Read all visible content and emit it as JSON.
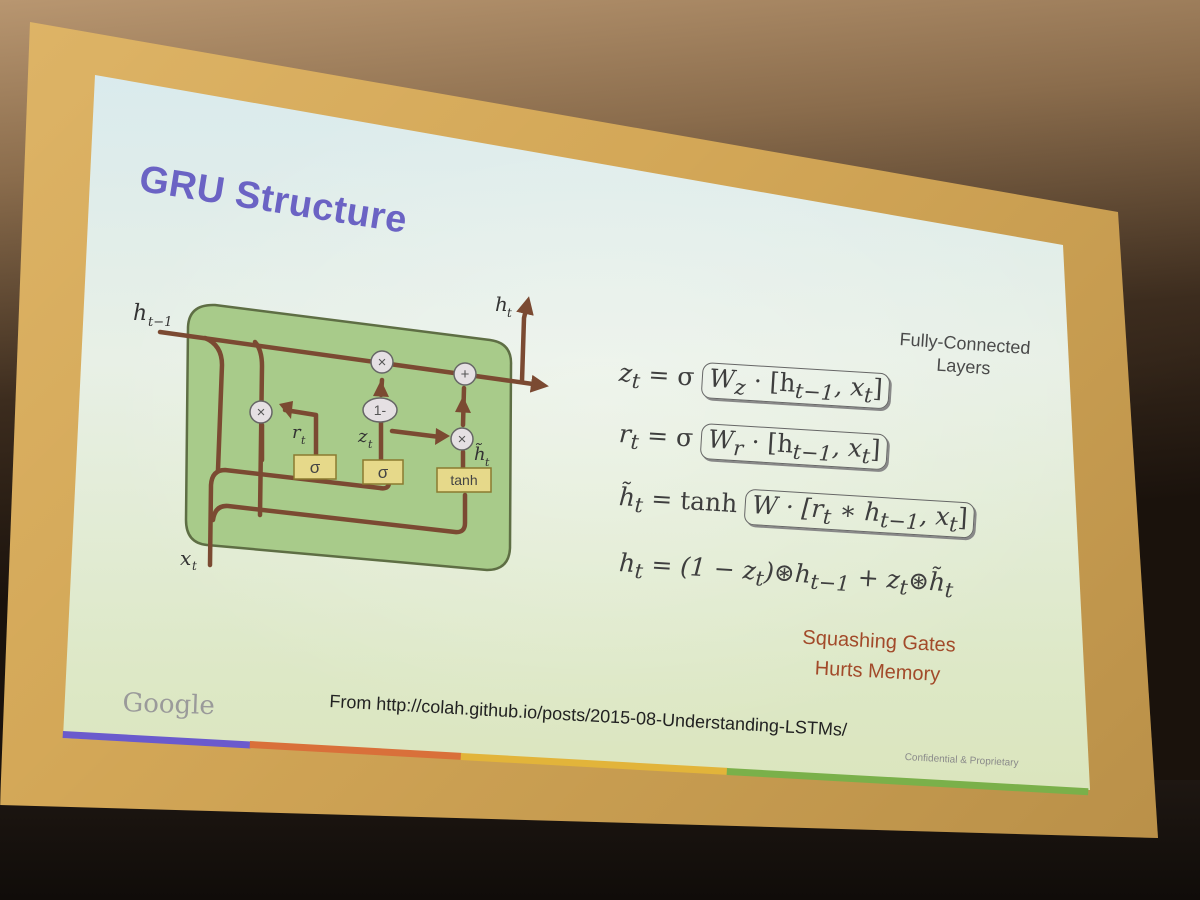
{
  "slide": {
    "title": "GRU Structure",
    "source_text": "From http://colah.github.io/posts/2015-08-Understanding-LSTMs/",
    "logo": "Google",
    "footer": "Confidential & Proprietary"
  },
  "diagram": {
    "labels": {
      "h_prev": "h",
      "h_prev_sub": "t−1",
      "h_out": "h",
      "h_out_sub": "t",
      "x_in": "x",
      "x_in_sub": "t",
      "r": "r",
      "r_sub": "t",
      "z": "z",
      "z_sub": "t",
      "h_tilde": "h̃",
      "h_tilde_sub": "t"
    },
    "ops": {
      "multiply": "×",
      "add": "+",
      "one_minus": "1-"
    },
    "gates": {
      "sigma1": "σ",
      "sigma2": "σ",
      "tanh": "tanh"
    }
  },
  "equations": {
    "z": {
      "lhs": "z",
      "lhs_sub": "t",
      "mid": "= σ",
      "box": "W",
      "box_sub": "z",
      "box_rest": "· [h",
      "box_sub2": "t−1",
      "box_end": ", x",
      "box_sub3": "t",
      "box_close": "]"
    },
    "r": {
      "lhs": "r",
      "lhs_sub": "t",
      "mid": "= σ",
      "box": "W",
      "box_sub": "r",
      "box_rest": "· [h",
      "box_sub2": "t−1",
      "box_end": ", x",
      "box_sub3": "t",
      "box_close": "]"
    },
    "h_tilde": {
      "lhs": "h̃",
      "lhs_sub": "t",
      "mid": "= tanh",
      "box": "W · [r",
      "box_sub": "t",
      "box_rest": " ∗ h",
      "box_sub2": "t−1",
      "box_end": ", x",
      "box_sub3": "t",
      "box_close": "]"
    },
    "h": {
      "text": "h",
      "sub": "t",
      "rest1": " = (1 − z",
      "sub2": "t",
      "rest2": ")⊛h",
      "sub3": "t−1",
      "rest3": " + z",
      "sub4": "t",
      "rest4": "⊛h̃",
      "sub5": "t"
    }
  },
  "annotations": {
    "fully_connected": [
      "Fully-Connected",
      "Layers"
    ],
    "squashing": [
      "Squashing Gates",
      "Hurts Memory"
    ]
  },
  "colors": {
    "title": "#6b63c4",
    "wire": "#7b4a32",
    "cell_fill": "#a8cb8a",
    "gate_fill": "#e6d98a",
    "annotation_red": "#a24a2a",
    "screen_frame": "#d3a757",
    "stripe_purple": "#6a5acd",
    "stripe_orange": "#d9703a",
    "stripe_yellow": "#e2b43a",
    "stripe_green": "#7ab04a"
  }
}
